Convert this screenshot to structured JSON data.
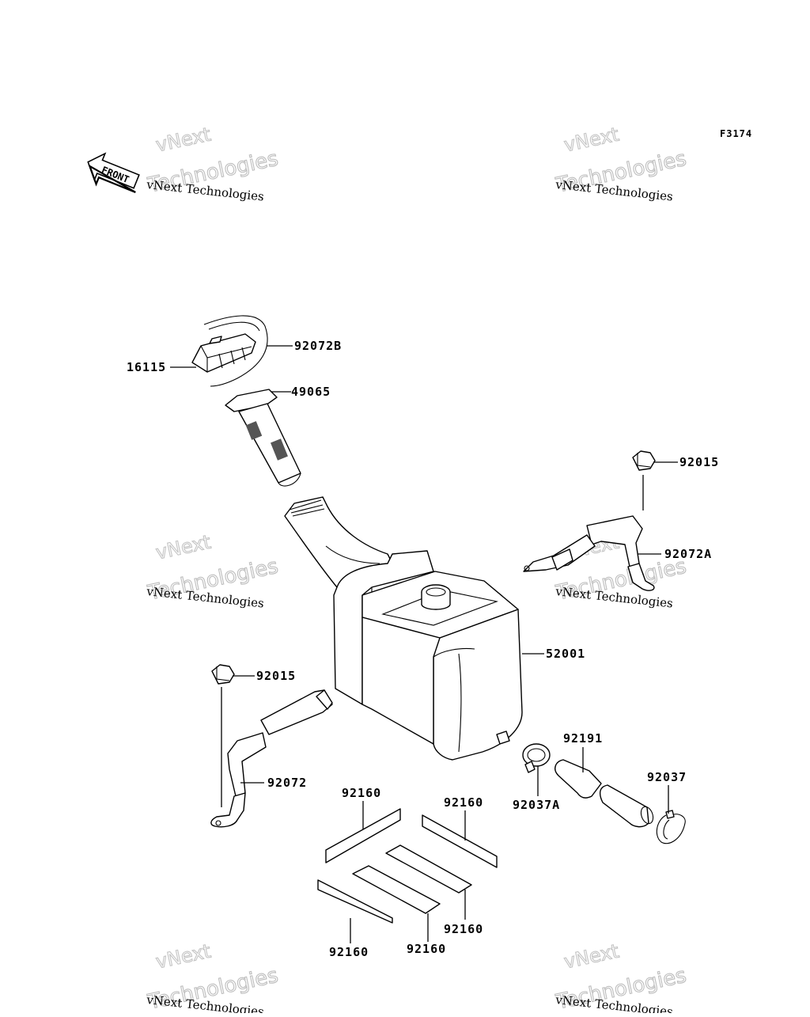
{
  "diagram_code": "F3174",
  "front_arrow_label": "FRONT",
  "watermarks": [
    {
      "line_small": "vNext Technologies",
      "line_big": "Technologies",
      "line_top": "vNext"
    },
    {
      "line_small": "vNext Technologies",
      "line_big": "Technologies",
      "line_top": "vNext"
    },
    {
      "line_small": "vNext Technologies",
      "line_big": "Technologies",
      "line_top": "vNext"
    },
    {
      "line_small": "vNext Technologies",
      "line_big": "Technologies",
      "line_top": "vNext"
    },
    {
      "line_small": "vNext Technologies",
      "line_big": "Technologies",
      "line_top": "vNext"
    },
    {
      "line_small": "vNext Technologies",
      "line_big": "Technologies",
      "line_top": "vNext"
    }
  ],
  "parts": [
    {
      "number": "92072B"
    },
    {
      "number": "16115"
    },
    {
      "number": "49065"
    },
    {
      "number": "92015"
    },
    {
      "number": "92072A"
    },
    {
      "number": "52001"
    },
    {
      "number": "92015"
    },
    {
      "number": "92072"
    },
    {
      "number": "92191"
    },
    {
      "number": "92037"
    },
    {
      "number": "92037A"
    },
    {
      "number": "92160"
    },
    {
      "number": "92160"
    },
    {
      "number": "92160"
    },
    {
      "number": "92160"
    },
    {
      "number": "92160"
    }
  ],
  "colors": {
    "line": "#000000",
    "background": "#ffffff",
    "watermark_outline": "#bdbdbd"
  }
}
